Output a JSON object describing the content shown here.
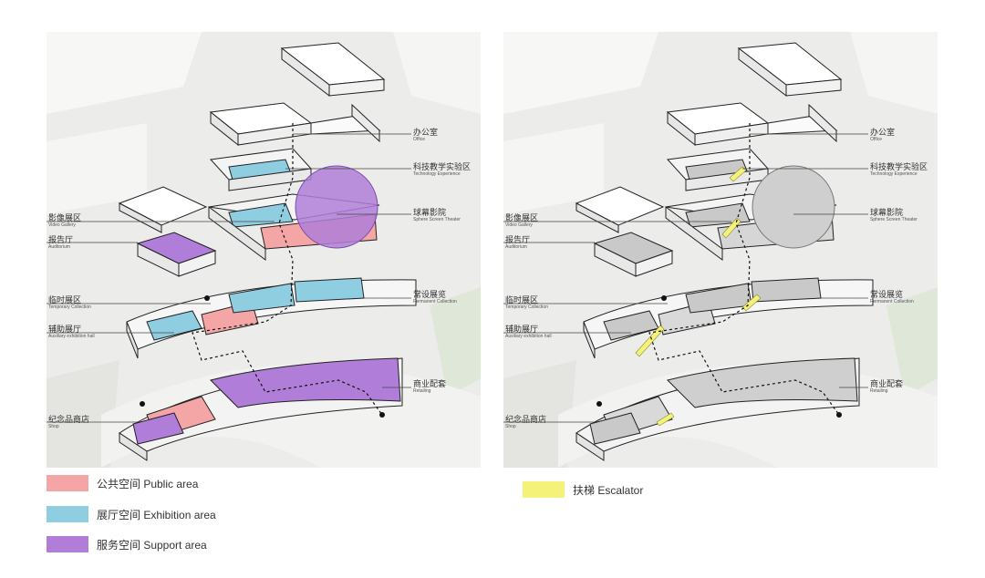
{
  "colors": {
    "public": "#f4a6a6",
    "exhibition": "#8fcde0",
    "support": "#b07ed8",
    "escalator": "#f5f27a",
    "line": "#222222",
    "gray_fill": "#c9c9c9"
  },
  "labels": {
    "office": {
      "cn": "办公室",
      "en": "Office"
    },
    "tech": {
      "cn": "科技教学实验区",
      "en": "Technology Experience"
    },
    "sphere": {
      "cn": "球幕影院",
      "en": "Sphere Screen Theater"
    },
    "video": {
      "cn": "影像展区",
      "en": "Video Gallery"
    },
    "auditorium": {
      "cn": "报告厅",
      "en": "Auditorium"
    },
    "temporary": {
      "cn": "临时展区",
      "en": "Temporary Collection"
    },
    "permanent": {
      "cn": "常设展览",
      "en": "Permanent Collection"
    },
    "auxiliary": {
      "cn": "辅助展厅",
      "en": "Auxiliary exhibition hall"
    },
    "retail": {
      "cn": "商业配套",
      "en": "Retailing"
    },
    "shop": {
      "cn": "纪念品商店",
      "en": "Shop"
    }
  },
  "legend": {
    "public": "公共空间  Public area",
    "exhibition": "展厅空间  Exhibition area",
    "support": "服务空间  Support area",
    "escalator": "扶梯  Escalator"
  }
}
